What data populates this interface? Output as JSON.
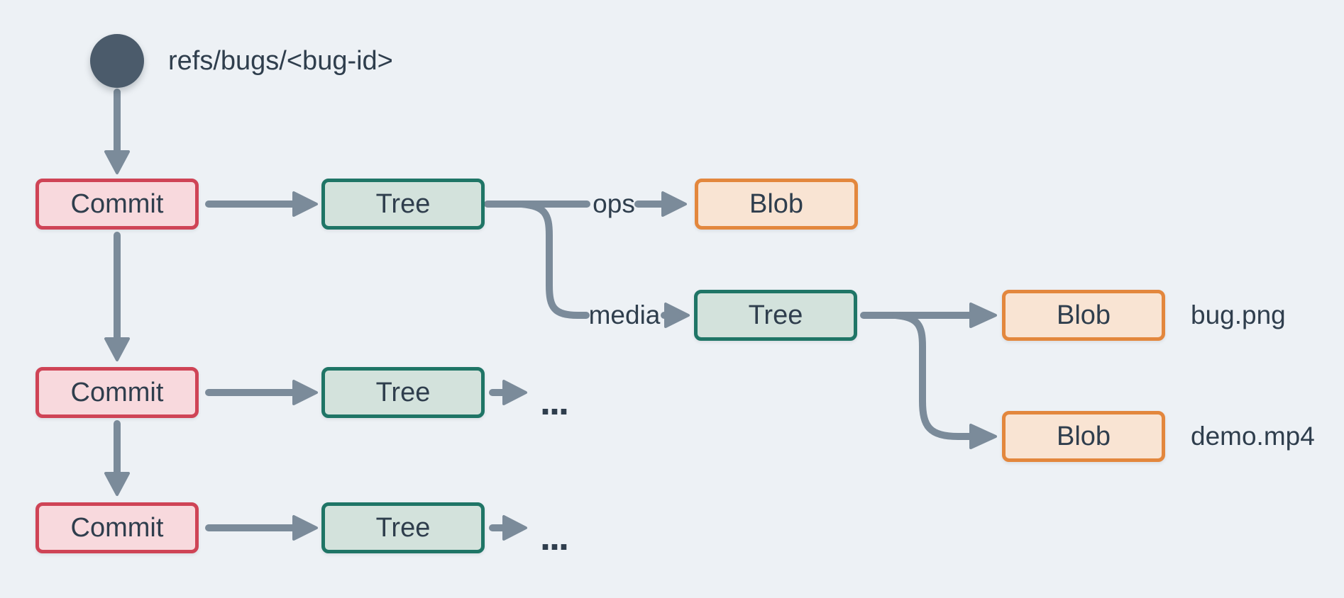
{
  "diagram": {
    "ref_label": "refs/bugs/<bug-id>",
    "nodes": {
      "commit1": "Commit",
      "commit2": "Commit",
      "commit3": "Commit",
      "tree1": "Tree",
      "tree2": "Tree",
      "tree3": "Tree",
      "tree_media": "Tree",
      "blob_ops": "Blob",
      "blob_bug": "Blob",
      "blob_demo": "Blob"
    },
    "edge_labels": {
      "ops": "ops",
      "media": "media"
    },
    "file_labels": {
      "bug_png": "bug.png",
      "demo_mp4": "demo.mp4"
    },
    "ellipsis_row2": "...",
    "ellipsis_row3": "..."
  },
  "colors": {
    "background": "#edf1f5",
    "connector": "#7b8b9a",
    "text": "#2f3e4d",
    "ref_circle": "#4b5b6b",
    "commit_fill": "#f8d9dd",
    "commit_border": "#cf4456",
    "tree_fill": "#d3e2dc",
    "tree_border": "#1f7566",
    "blob_fill": "#f9e4d3",
    "blob_border": "#e3873d"
  }
}
